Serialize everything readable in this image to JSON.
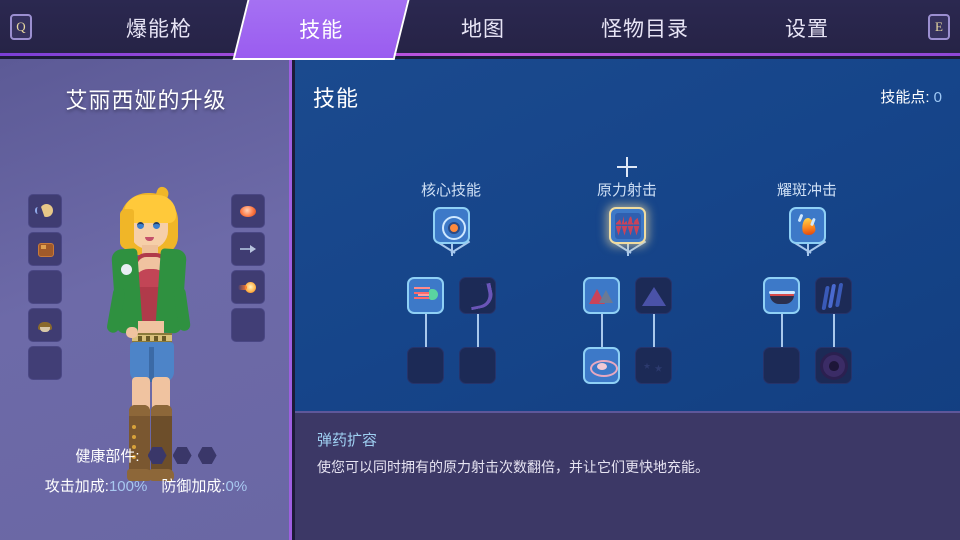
{
  "topbar": {
    "key_left": "Q",
    "key_right": "E",
    "tabs": [
      {
        "label": "爆能枪",
        "active": false
      },
      {
        "label": "技能",
        "active": true
      },
      {
        "label": "地图",
        "active": false
      },
      {
        "label": "怪物目录",
        "active": false
      },
      {
        "label": "设置",
        "active": false
      }
    ]
  },
  "character": {
    "title": "艾丽西娅的升级",
    "left_slots": [
      {
        "icon": "crescent-blade-icon",
        "empty": false
      },
      {
        "icon": "rock-fragment-icon",
        "empty": false
      },
      {
        "icon": "empty-slot-icon",
        "empty": true
      },
      {
        "icon": "claw-trophy-icon",
        "empty": false
      },
      {
        "icon": "empty-slot-icon",
        "empty": true
      }
    ],
    "right_slots": [
      {
        "icon": "energy-orb-icon",
        "empty": false
      },
      {
        "icon": "dart-projectile-icon",
        "empty": false
      },
      {
        "icon": "comet-icon",
        "empty": false
      },
      {
        "icon": "empty-slot-icon",
        "empty": true
      }
    ],
    "stats": {
      "health_parts_label": "健康部件:",
      "health_parts_count": 3,
      "attack_label": "攻击加成:",
      "attack_value": "100%",
      "defense_label": "防御加成:",
      "defense_value": "0%"
    }
  },
  "skills": {
    "title": "技能",
    "points_label": "技能点:",
    "points_value": "0",
    "trees": [
      {
        "label": "核心技能",
        "has_plus": false,
        "nodes": [
          {
            "pos": "row0",
            "state": "unlocked",
            "icon": "target-reticle-icon"
          },
          {
            "pos": "row1a",
            "state": "unlocked",
            "icon": "bullet-spray-icon"
          },
          {
            "pos": "row1b",
            "state": "locked",
            "icon": "energy-wave-icon"
          },
          {
            "pos": "row2a",
            "state": "locked",
            "icon": "empty-node-icon"
          },
          {
            "pos": "row2b",
            "state": "locked",
            "icon": "empty-node-icon"
          }
        ]
      },
      {
        "label": "原力射击",
        "has_plus": true,
        "nodes": [
          {
            "pos": "row0",
            "state": "selected",
            "icon": "triangle-cluster-icon"
          },
          {
            "pos": "row1a",
            "state": "unlocked",
            "icon": "triangle-pair-icon"
          },
          {
            "pos": "row1b",
            "state": "locked",
            "icon": "triangle-large-icon"
          },
          {
            "pos": "row2a",
            "state": "unlocked",
            "icon": "eye-pulse-icon"
          },
          {
            "pos": "row2b",
            "state": "locked",
            "icon": "star-burst-icon"
          }
        ]
      },
      {
        "label": "耀斑冲击",
        "has_plus": false,
        "nodes": [
          {
            "pos": "row0",
            "state": "unlocked",
            "icon": "flame-icon"
          },
          {
            "pos": "row1a",
            "state": "unlocked",
            "icon": "mine-charge-icon"
          },
          {
            "pos": "row1b",
            "state": "locked",
            "icon": "lightning-bolt-icon"
          },
          {
            "pos": "row2a",
            "state": "locked",
            "icon": "empty-node-icon"
          },
          {
            "pos": "row2b",
            "state": "locked",
            "icon": "skull-gear-icon"
          }
        ]
      }
    ]
  },
  "description": {
    "title": "弹药扩容",
    "body": "使您可以同时拥有的原力射击次数翻倍，并让它们更快地充能。"
  },
  "colors": {
    "accent_purple": "#9a5cf0",
    "divider_magenta": "#b44ad6",
    "panel_blue": "#16458a",
    "stat_value_blue": "#a8c8f0",
    "desc_title_blue": "#9fd0f2",
    "selected_gold": "#f0dca0"
  }
}
